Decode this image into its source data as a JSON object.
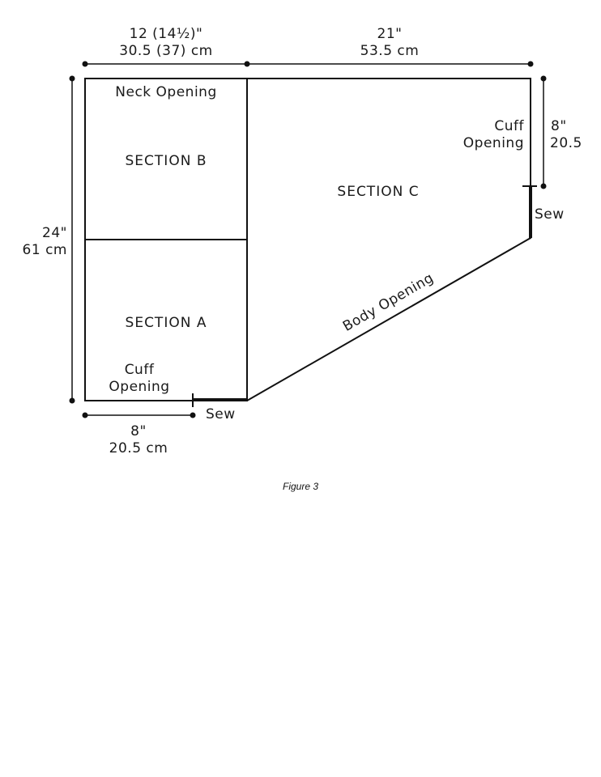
{
  "dimensions": {
    "top_left_in": "12 (14½)\"",
    "top_left_cm": "30.5 (37) cm",
    "top_right_in": "21\"",
    "top_right_cm": "53.5 cm",
    "left_in": "24\"",
    "left_cm": "61 cm",
    "bottom_in": "8\"",
    "bottom_cm": "20.5 cm",
    "right_in": "8\"",
    "right_cm": "20.5"
  },
  "labels": {
    "neck_opening": "Neck Opening",
    "section_b": "SECTION B",
    "section_a": "SECTION A",
    "section_c": "SECTION C",
    "cuff_left_1": "Cuff",
    "cuff_left_2": "Opening",
    "cuff_right_1": "Cuff",
    "cuff_right_2": "Opening",
    "sew_bottom": "Sew",
    "sew_right": "Sew",
    "body_opening": "Body Opening"
  },
  "caption": "Figure 3"
}
